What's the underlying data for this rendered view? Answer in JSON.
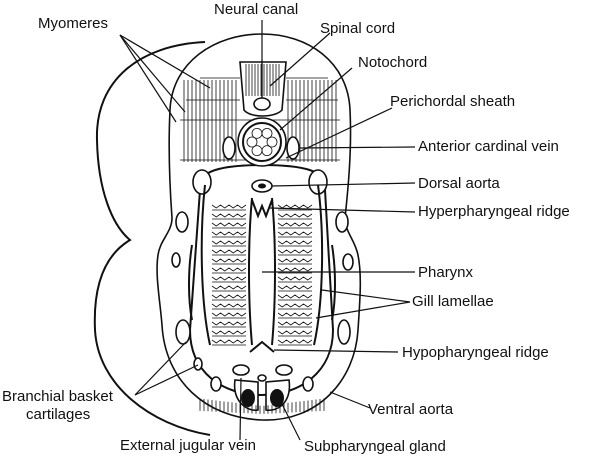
{
  "labels": {
    "myomeres": "Myomeres",
    "neural_canal": "Neural canal",
    "spinal_cord": "Spinal cord",
    "notochord": "Notochord",
    "perichordal_sheath": "Perichordal sheath",
    "anterior_cardinal_vein": "Anterior cardinal vein",
    "dorsal_aorta": "Dorsal aorta",
    "hyperpharyngeal_ridge": "Hyperpharyngeal ridge",
    "pharynx": "Pharynx",
    "gill_lamellae": "Gill lamellae",
    "hypopharyngeal_ridge": "Hypopharyngeal ridge",
    "branchial_basket_line1": "Branchial basket",
    "branchial_basket_line2": "cartilages",
    "ventral_aorta": "Ventral aorta",
    "external_jugular_vein": "External jugular vein",
    "subpharyngeal_gland": "Subpharyngeal gland"
  },
  "colors": {
    "ink": "#111111",
    "paper": "#ffffff"
  }
}
